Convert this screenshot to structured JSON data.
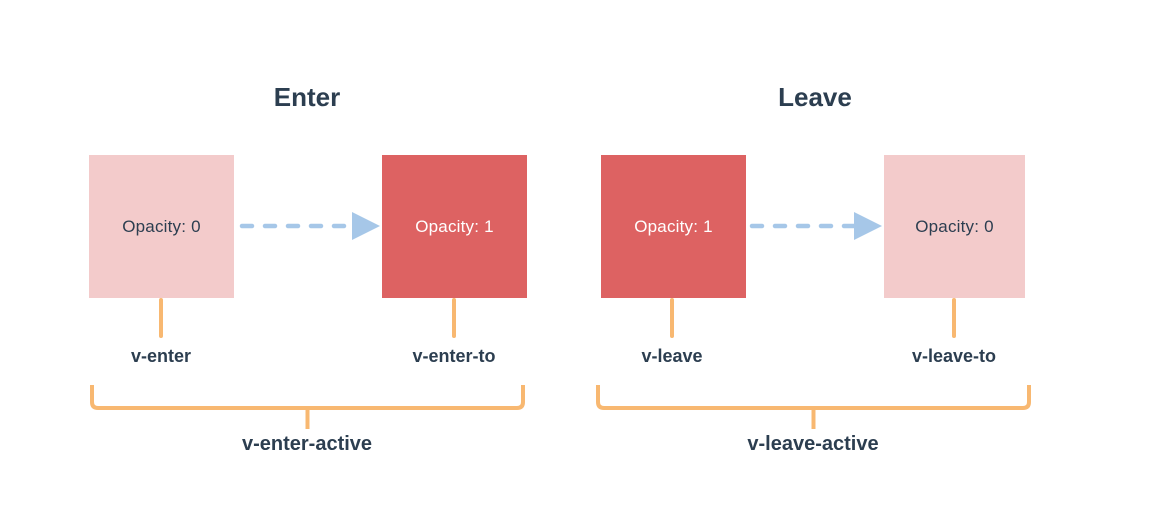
{
  "diagram": {
    "sections": [
      {
        "title": "Enter",
        "from_box": {
          "label": "Opacity: 0",
          "style": "pink"
        },
        "to_box": {
          "label": "Opacity: 1",
          "style": "red"
        },
        "from_class": "v-enter",
        "to_class": "v-enter-to",
        "active_class": "v-enter-active"
      },
      {
        "title": "Leave",
        "from_box": {
          "label": "Opacity: 1",
          "style": "red"
        },
        "to_box": {
          "label": "Opacity: 0",
          "style": "pink"
        },
        "from_class": "v-leave",
        "to_class": "v-leave-to",
        "active_class": "v-leave-active"
      }
    ],
    "colors": {
      "box_pink": "#f3cbcb",
      "box_red": "#dd6262",
      "arrow_blue": "#a6c7e8",
      "bracket_orange": "#f8b871",
      "text_dark": "#2c3e50",
      "text_on_red": "#ffffff",
      "background": "#ffffff"
    }
  }
}
